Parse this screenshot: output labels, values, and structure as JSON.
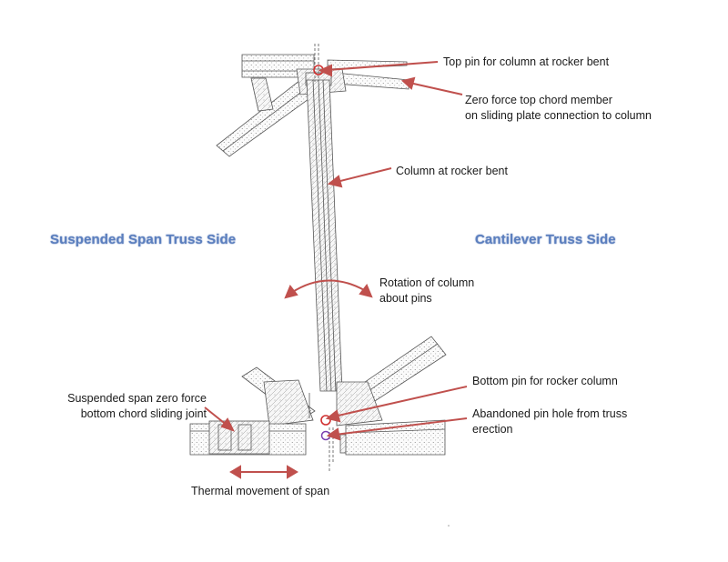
{
  "sides": {
    "left": "Suspended Span Truss Side",
    "right": "Cantilever Truss Side"
  },
  "labels": {
    "top_pin": "Top pin for column at rocker bent",
    "zero_force_top_1": "Zero force top chord member",
    "zero_force_top_2": "on sliding plate connection to column",
    "column": "Column at rocker bent",
    "rotation_1": "Rotation of column",
    "rotation_2": "about pins",
    "bottom_pin": "Bottom pin for rocker column",
    "abandoned_1": "Abandoned pin hole from truss",
    "abandoned_2": "erection",
    "suspended_joint_1": "Suspended span zero force",
    "suspended_joint_2": "bottom chord sliding joint",
    "thermal": "Thermal movement of span"
  },
  "colors": {
    "arrow": "#c0504d",
    "side_text": "#5b7fbf",
    "pin_red": "#d03030",
    "pin_purple": "#7a3fb0",
    "drawing": "#555555"
  }
}
